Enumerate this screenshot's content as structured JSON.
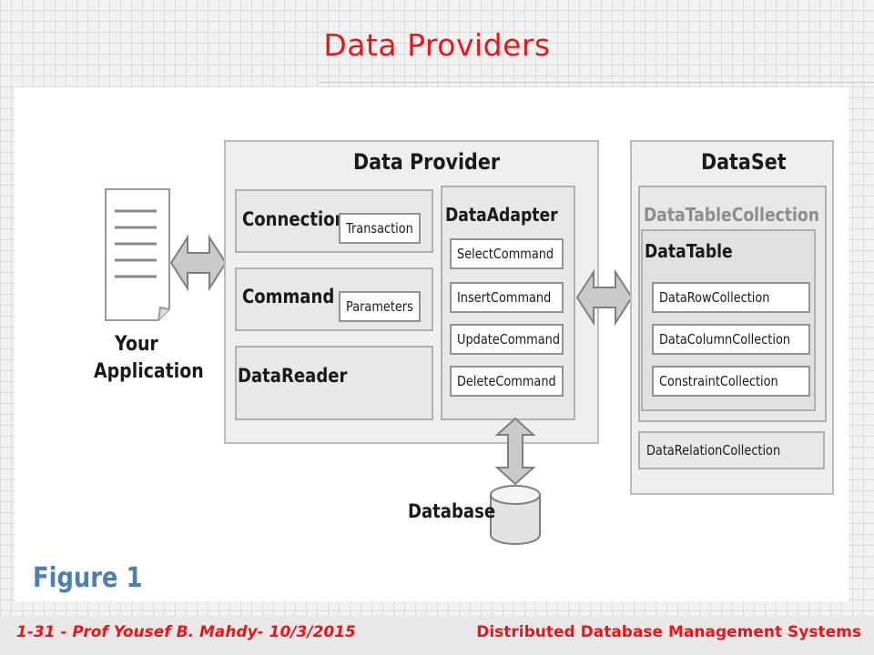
{
  "slide": {
    "title": "Data Providers",
    "footer_left": "1-31 - Prof  Yousef  B. Mahdy- 10/3/2015",
    "footer_right": "Distributed Database Management Systems"
  },
  "figure": {
    "caption": "Figure 1",
    "application_label_line1": "Your",
    "application_label_line2": "Application",
    "database_label": "Database",
    "data_provider": {
      "title": "Data Provider",
      "connection": "Connection",
      "transaction": "Transaction",
      "command": "Command",
      "parameters": "Parameters",
      "data_reader": "DataReader",
      "data_adapter": "DataAdapter",
      "commands": [
        "SelectCommand",
        "InsertCommand",
        "UpdateCommand",
        "DeleteCommand"
      ]
    },
    "dataset": {
      "title": "DataSet",
      "table_collection": "DataTableCollection",
      "data_table": "DataTable",
      "row_collection": "DataRowCollection",
      "column_collection": "DataColumnCollection",
      "constraint_collection": "ConstraintCollection",
      "relation_collection": "DataRelationCollection"
    }
  }
}
